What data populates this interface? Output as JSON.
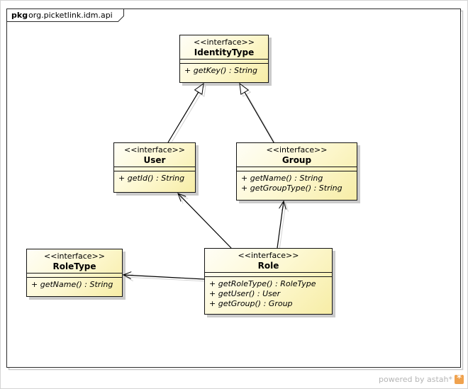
{
  "frame": {
    "keyword": "pkg",
    "package_name": "org.picketlink.idm.api"
  },
  "classes": [
    {
      "stereotype": "<<interface>>",
      "name": "IdentityType",
      "attributes": [],
      "operations": [
        "+ getKey() : String"
      ]
    },
    {
      "stereotype": "<<interface>>",
      "name": "User",
      "attributes": [],
      "operations": [
        "+ getId() : String"
      ]
    },
    {
      "stereotype": "<<interface>>",
      "name": "Group",
      "attributes": [],
      "operations": [
        "+ getName() : String",
        "+ getGroupType() : String"
      ]
    },
    {
      "stereotype": "<<interface>>",
      "name": "RoleType",
      "attributes": [],
      "operations": [
        "+ getName() : String"
      ]
    },
    {
      "stereotype": "<<interface>>",
      "name": "Role",
      "attributes": [],
      "operations": [
        "+ getRoleType() : RoleType",
        "+ getUser() : User",
        "+ getGroup() : Group"
      ]
    }
  ],
  "relations": [
    {
      "from": "User",
      "to": "IdentityType",
      "type": "generalization"
    },
    {
      "from": "Group",
      "to": "IdentityType",
      "type": "generalization"
    },
    {
      "from": "Role",
      "to": "User",
      "type": "directed-association"
    },
    {
      "from": "Role",
      "to": "Group",
      "type": "directed-association"
    },
    {
      "from": "Role",
      "to": "RoleType",
      "type": "directed-association"
    }
  ],
  "footer": {
    "credit": "powered by astah*",
    "logo_glyph": "*"
  },
  "colors": {
    "class_fill_light": "#fffef6",
    "class_fill_dark": "#f7eda6",
    "class_border": "#141414",
    "shadow": "#cbcbcb",
    "frame_border": "#2b2b2b",
    "credit_text": "#b5b5b5",
    "logo_orange": "#f0a24e"
  }
}
